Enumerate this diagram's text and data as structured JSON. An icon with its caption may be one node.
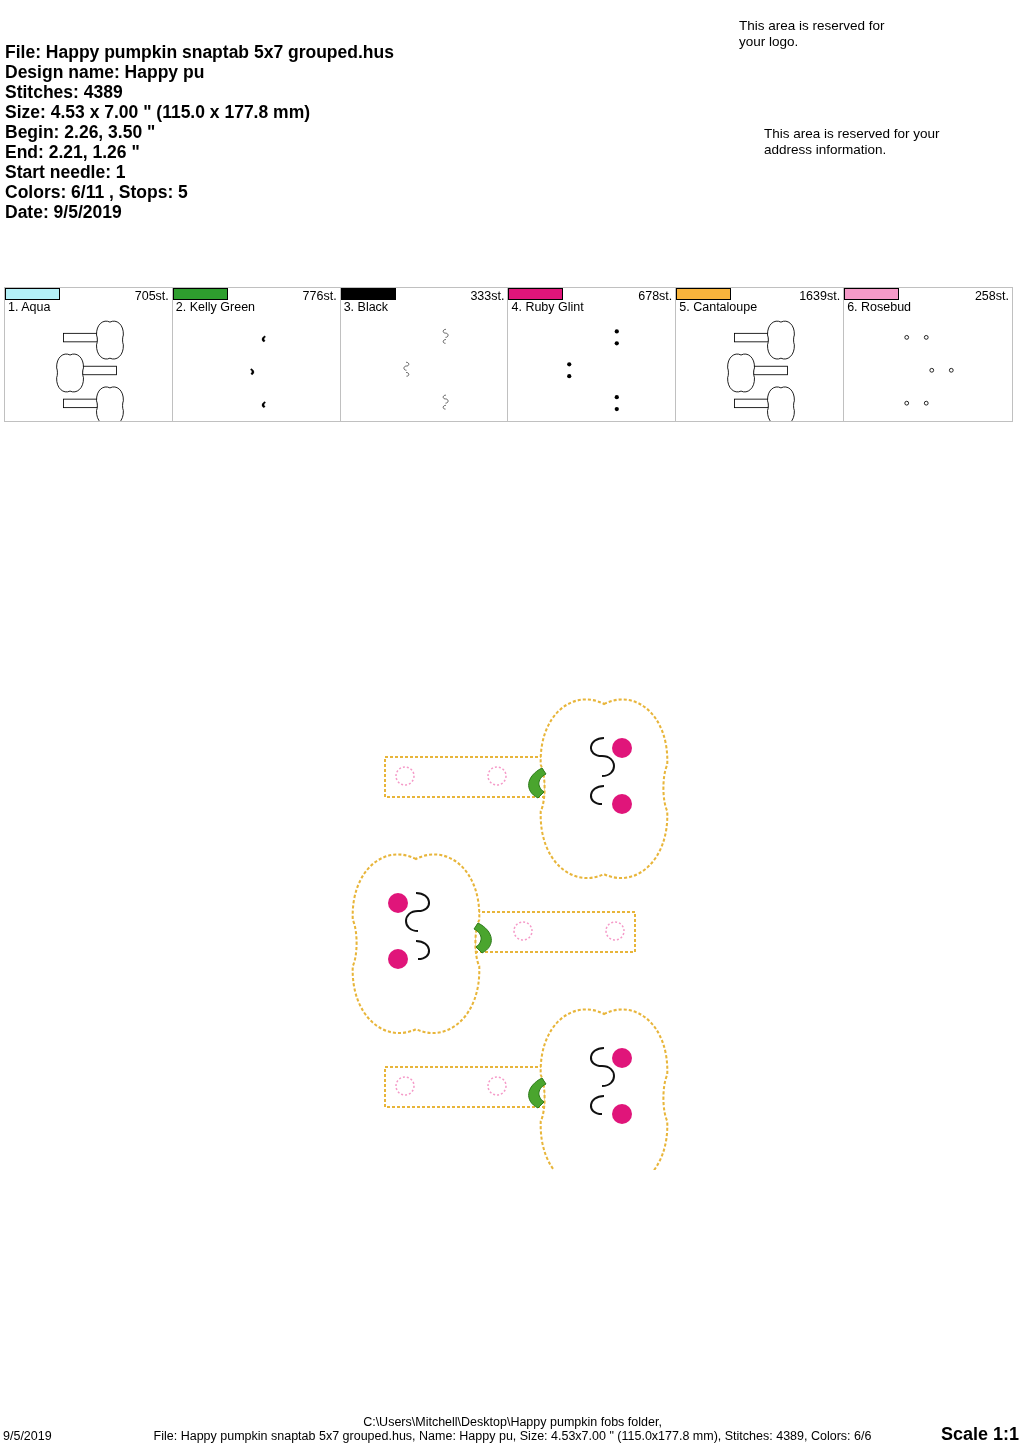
{
  "diagram": {
    "labels": [
      "File: Happy pumpkin snaptab 5x7 grouped.hus",
      "Design name: Happy pu",
      "Stitches: 4389",
      "Size: 4.53 x 7.00 \" (115.0 x 177.8 mm)",
      "Begin: 2.26, 3.50 \"",
      "End: 2.21, 1.26 \"",
      "Start needle: 1",
      "Colors: 6/11 , Stops: 5",
      "Date: 9/5/2019",
      "This area is reserved for your logo.",
      "This area is reserved for your address information.",
      "705st.",
      "776st.",
      "333st.",
      "678st.",
      "1639st.",
      "258st.",
      "C:\\Users\\Mitchell\\Desktop\\Happy pumpkin fobs folder,",
      "9/5/2019",
      "File: Happy pumpkin snaptab 5x7 grouped.hus, Name: Happy pu, Size: 4.53x7.00 \" (115.0x177.8 mm), Stitches: 4389, Colors: 6/6",
      "Scale 1:1"
    ],
    "legend": [
      {
        "text": "1. Aqua",
        "color": "#b3f0f7"
      },
      {
        "text": "2. Kelly Green",
        "color": "#2e9e2e"
      },
      {
        "text": "3. Black",
        "color": "#000000"
      },
      {
        "text": "4. Ruby Glint",
        "color": "#e0157a"
      },
      {
        "text": "5. Cantaloupe",
        "color": "#f8b43c"
      },
      {
        "text": "6. Rosebud",
        "color": "#f59ac8"
      }
    ]
  }
}
